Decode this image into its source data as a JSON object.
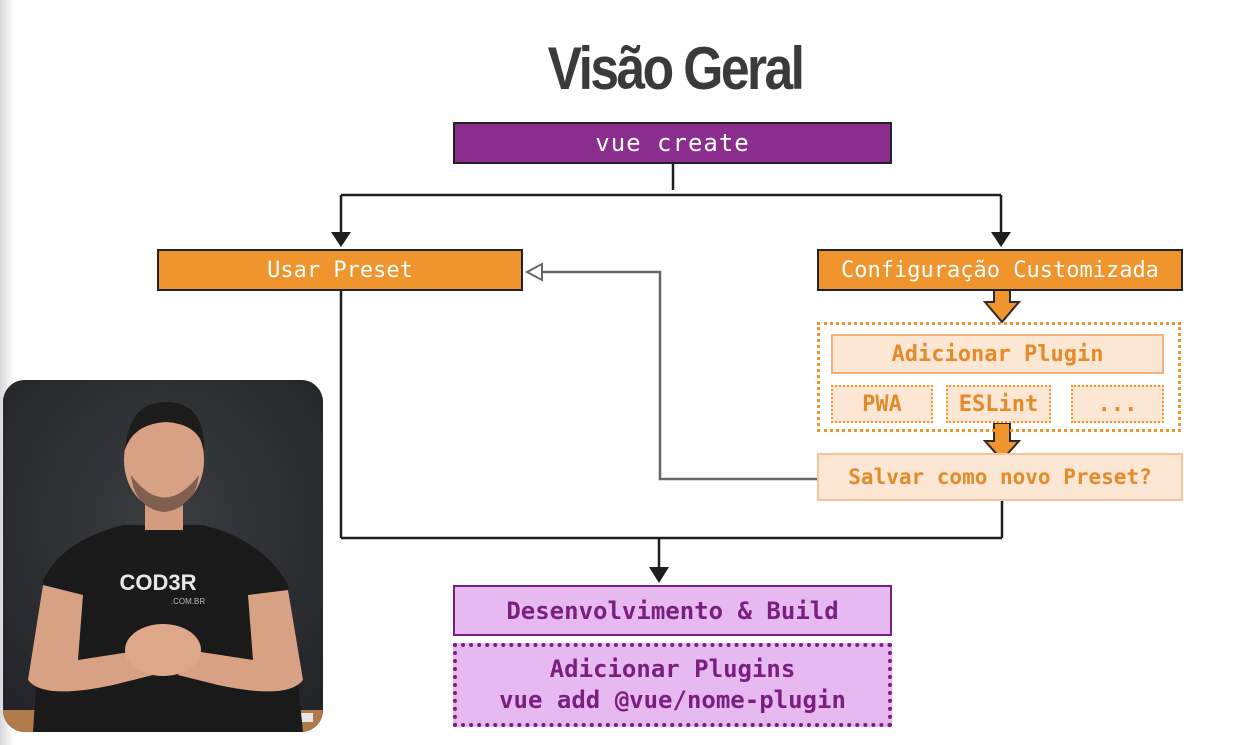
{
  "title": "Visão Geral",
  "diagram": {
    "vue_create": "vue create",
    "usar_preset": "Usar Preset",
    "configuracao": "Configuração Customizada",
    "adicionar_plugin": "Adicionar Plugin",
    "chips": [
      "PWA",
      "ESLint",
      "..."
    ],
    "salvar": "Salvar como novo Preset?",
    "desenvolvimento": "Desenvolvimento & Build",
    "plugins_line1": "Adicionar Plugins",
    "plugins_line2": "vue add @vue/nome-plugin"
  },
  "presenter": {
    "shirt_logo": "COD3R",
    "shirt_sub": ".COM.BR"
  },
  "colors": {
    "purple": "#8a2d8e",
    "orange": "#f0952e",
    "light_orange": "#fbe7d3",
    "light_purple": "#e6b9f0",
    "dark_purple": "#7b1f7f"
  }
}
